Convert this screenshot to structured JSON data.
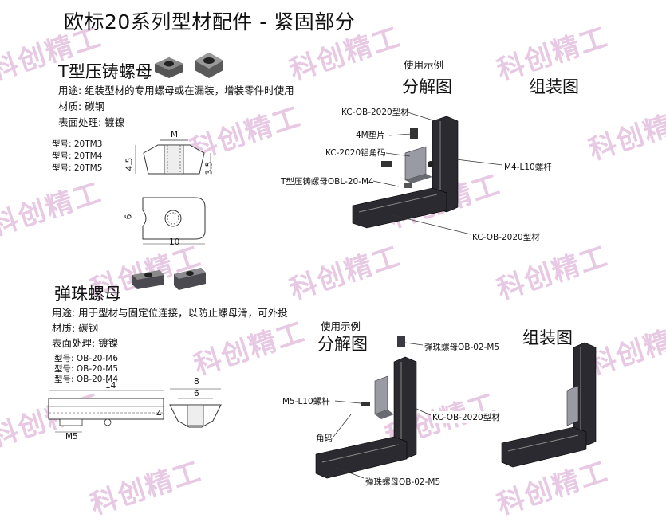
{
  "title": "欧标20系列型材配件 - 紧固部分",
  "watermark": "科创精工",
  "section1": {
    "heading": "T型压铸螺母",
    "usage": "用途: 组装型材的专用螺母或在漏装，增装零件时使用",
    "material": "材质: 碳钢",
    "surface": "表面处理: 镀镍",
    "models": [
      "型号: 20TM3",
      "型号: 20TM4",
      "型号: 20TM5"
    ],
    "dims": {
      "m": "M",
      "h1": "4.5",
      "h2": "3.5",
      "w": "6",
      "l": "10"
    }
  },
  "section2": {
    "heading": "弹珠螺母",
    "usage": "用途: 用于型材与固定位连接，以防止螺母滑，可外投",
    "material": "材质: 碳钢",
    "surface": "表面处理: 镀镍",
    "models": [
      "型号: OB-20-M6",
      "型号: OB-20-M5",
      "型号: OB-20-M4"
    ],
    "dims": {
      "l": "14",
      "m5": "M5",
      "w8": "8",
      "w6": "6",
      "h4": "4"
    }
  },
  "diagram1": {
    "usage_label": "使用示例",
    "exploded_label": "分解图",
    "assembled_label": "组装图",
    "callouts": [
      "KC-OB-2020型材",
      "4M垫片",
      "KC-2020铝角码",
      "T型压铸螺母OBL-20-M4",
      "M4-L10螺杆",
      "KC-OB-2020型材"
    ]
  },
  "diagram2": {
    "usage_label": "使用示例",
    "exploded_label": "分解图",
    "assembled_label": "组装图",
    "callouts": [
      "弹珠螺母OB-02-M5",
      "M5-L10螺杆",
      "KC-OB-2020型材",
      "角码",
      "弹珠螺母OB-02-M5"
    ]
  }
}
